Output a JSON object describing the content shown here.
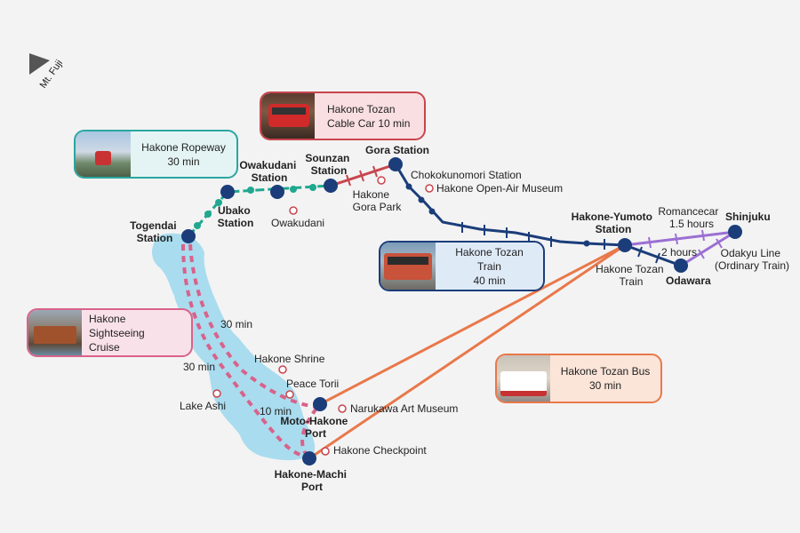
{
  "compass": {
    "label": "Mt. Fuji"
  },
  "cards": {
    "ropeway": {
      "title": "Hakone Ropeway",
      "time": "30 min",
      "color": "#2aa6a0",
      "bg": "#e4f4f4"
    },
    "cablecar": {
      "title": "Hakone Tozan",
      "subtitle": "Cable Car 10 min",
      "color": "#c8454e",
      "bg": "#f9dfe1"
    },
    "train": {
      "title": "Hakone Tozan Train",
      "time": "40 min",
      "color": "#1b3d7a",
      "bg": "#dfeaf7"
    },
    "cruise": {
      "title": "Hakone Sightseeing",
      "subtitle": "Cruise",
      "color": "#d9628a",
      "bg": "#f9e1ea"
    },
    "bus": {
      "title": "Hakone Tozan Bus",
      "time": "30 min",
      "color": "#e9784a",
      "bg": "#fbe4d8"
    }
  },
  "stations": {
    "togendai": [
      "Togendai",
      "Station"
    ],
    "ubako": [
      "Ubako",
      "Station"
    ],
    "owakudani": [
      "Owakudani",
      "Station"
    ],
    "sounzan": [
      "Sounzan",
      "Station"
    ],
    "gora": "Gora Station",
    "hakone_yumoto": [
      "Hakone-Yumoto",
      "Station"
    ],
    "shinjuku": "Shinjuku",
    "odawara": "Odawara",
    "moto_hakone": [
      "Moto-Hakone",
      "Port"
    ],
    "hakone_machi": [
      "Hakone-Machi",
      "Port"
    ]
  },
  "spots": {
    "owakudani": "Owakudani",
    "gora_park": [
      "Hakone",
      "Gora Park"
    ],
    "chokokunomori": "Chokokunomori Station",
    "open_air": "Hakone Open-Air Museum",
    "hakone_shrine": "Hakone Shrine",
    "peace_torii": "Peace Torii",
    "lake_ashi": "Lake Ashi",
    "narukawa": "Narukawa Art Museum",
    "checkpoint": "Hakone Checkpoint"
  },
  "routes": {
    "romancecar": [
      "Romancecar",
      "1.5 hours"
    ],
    "two_hours": "2 hours",
    "odakyu": [
      "Odakyu Line",
      "(Ordinary Train)"
    ],
    "tozan_train": [
      "Hakone Tozan",
      "Train"
    ],
    "cruise_30a": "30 min",
    "cruise_30b": "30 min",
    "cruise_10": "10 min"
  },
  "colors": {
    "station": "#1b3d7a",
    "ropeway": "#1fa88f",
    "cablecar": "#c8454e",
    "train": "#1b3d7a",
    "cruise": "#d9628a",
    "bus": "#e9784a",
    "odakyu": "#9b6fd3",
    "lake": "#a9dcef",
    "spot": "#c8454e"
  }
}
